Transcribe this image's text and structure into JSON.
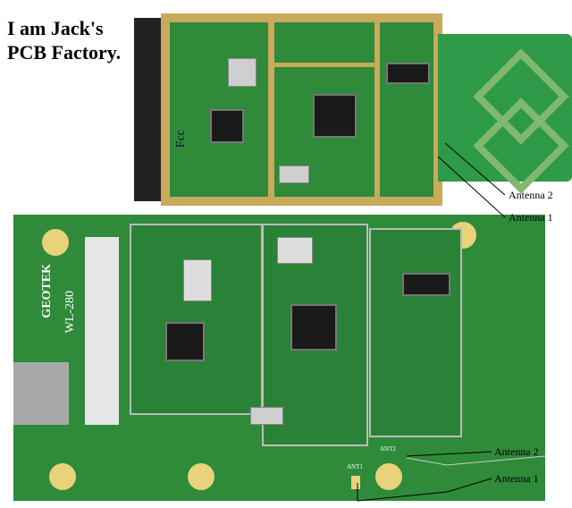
{
  "title_line1": "I am Jack's",
  "title_line2": "PCB Factory.",
  "top_board": {
    "antenna_2": "Antenna 2",
    "antenna_1": "Antenna 1",
    "handwriting": "Fcc"
  },
  "bottom_board": {
    "brand": "GEOTEK",
    "model": "WL-280",
    "antenna_2": "Antenna 2",
    "antenna_1": "Antenna 1",
    "silkscreen_ant1": "ANT1",
    "silkscreen_ant2": "ANT2"
  },
  "colors": {
    "pcb_green": "#2f8a3a",
    "gold": "#c9a95a"
  }
}
